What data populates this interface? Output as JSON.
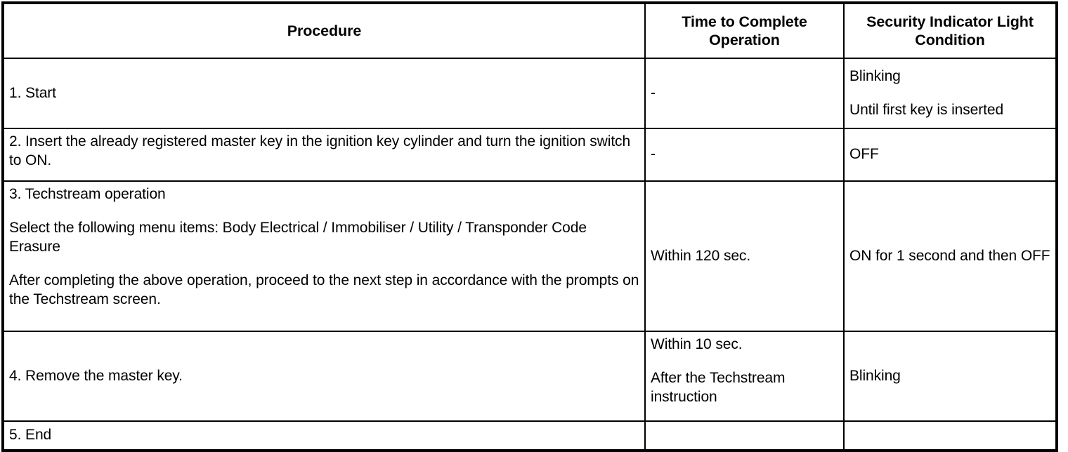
{
  "table": {
    "headers": [
      "Procedure",
      "Time to Complete Operation",
      "Security Indicator Light Condition"
    ],
    "header_lines": {
      "col1": [
        "Procedure"
      ],
      "col2": [
        "Time to Complete",
        "Operation"
      ],
      "col3": [
        "Security Indicator Light",
        "Condition"
      ]
    },
    "rows": [
      {
        "id": "row-1",
        "procedure": {
          "paragraphs": [
            "1. Start"
          ]
        },
        "time_to_complete": "-",
        "indicator_light": {
          "paragraphs": [
            "Blinking",
            "Until first key is inserted"
          ]
        }
      },
      {
        "id": "row-2",
        "procedure": {
          "paragraphs": [
            "2. Insert the already registered master key in the ignition key cylinder and turn the ignition switch to ON."
          ]
        },
        "time_to_complete": "-",
        "indicator_light": {
          "paragraphs": [
            "OFF"
          ]
        }
      },
      {
        "id": "row-3",
        "procedure": {
          "paragraphs": [
            "3. Techstream operation",
            "Select the following menu items: Body Electrical / Immobiliser / Utility / Transponder Code Erasure",
            "After completing the above operation, proceed to the next step in accordance with the prompts on the Techstream screen."
          ]
        },
        "time_to_complete": "Within 120 sec.",
        "indicator_light": {
          "paragraphs": [
            "ON for 1 second and then OFF"
          ]
        }
      },
      {
        "id": "row-4",
        "procedure": {
          "paragraphs": [
            "4. Remove the master key."
          ]
        },
        "time_to_complete_lines": [
          "Within 10 sec.",
          "After the Techstream instruction"
        ],
        "indicator_light": {
          "paragraphs": [
            "Blinking"
          ]
        }
      },
      {
        "id": "row-5",
        "procedure": {
          "paragraphs": [
            "5. End"
          ]
        },
        "time_to_complete": "",
        "indicator_light": {
          "paragraphs": [
            ""
          ]
        }
      }
    ]
  },
  "colors": {
    "border": "#000000",
    "text": "#000000",
    "background": "#ffffff"
  }
}
